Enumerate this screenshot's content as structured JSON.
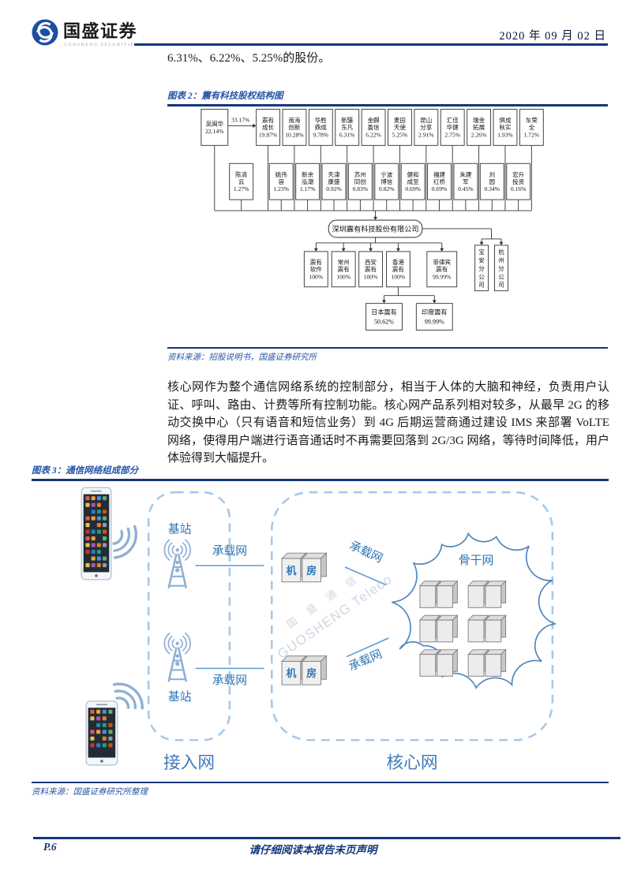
{
  "header": {
    "brand": "国盛证券",
    "brand_sub": "GUOSHENG SECURITIES",
    "date": "2020 年 09 月 02 日"
  },
  "intro": "6.31%、6.22%、5.25%的股份。",
  "figure2": {
    "title": "图表 2：震有科技股权结构图",
    "source": "资料来源：招股说明书，国盛证券研究所",
    "company": "深圳震有科技股份有限公司",
    "arrow_label": "33.17%",
    "row1": [
      {
        "lines": [
          "吴闽华"
        ],
        "pct": "22.14%"
      },
      {
        "lines": [
          "震有",
          "成长"
        ],
        "pct": "19.87%"
      },
      {
        "lines": [
          "南海",
          "创新"
        ],
        "pct": "10.28%"
      },
      {
        "lines": [
          "华胜",
          "鼎成"
        ],
        "pct": "9.78%"
      },
      {
        "lines": [
          "新疆",
          "东凡"
        ],
        "pct": "6.31%"
      },
      {
        "lines": [
          "金麒",
          "盈信"
        ],
        "pct": "6.22%"
      },
      {
        "lines": [
          "麦田",
          "天使"
        ],
        "pct": "5.25%"
      },
      {
        "lines": [
          "昆山",
          "分享"
        ],
        "pct": "2.91%"
      },
      {
        "lines": [
          "汇佳",
          "华健"
        ],
        "pct": "2.75%"
      },
      {
        "lines": [
          "瑞金",
          "拓展"
        ],
        "pct": "2.26%"
      },
      {
        "lines": [
          "俱成",
          "秋实"
        ],
        "pct": "1.93%"
      },
      {
        "lines": [
          "车荣",
          "全"
        ],
        "pct": "1.72%"
      }
    ],
    "row2": [
      {
        "lines": [
          "陈清",
          "云"
        ],
        "pct": "1.27%"
      },
      {
        "lines": [
          "姚伟",
          "容"
        ],
        "pct": "1.23%"
      },
      {
        "lines": [
          "新余",
          "泓潮"
        ],
        "pct": "1.17%"
      },
      {
        "lines": [
          "天津",
          "康盛"
        ],
        "pct": "0.92%"
      },
      {
        "lines": [
          "苏州",
          "同创"
        ],
        "pct": "0.83%"
      },
      {
        "lines": [
          "宁波",
          "博信"
        ],
        "pct": "0.82%"
      },
      {
        "lines": [
          "健和",
          "成至"
        ],
        "pct": "0.69%"
      },
      {
        "lines": [
          "福建",
          "红桥"
        ],
        "pct": "0.69%"
      },
      {
        "lines": [
          "朱建",
          "军"
        ],
        "pct": "0.45%"
      },
      {
        "lines": [
          "刘",
          "园"
        ],
        "pct": "0.34%"
      },
      {
        "lines": [
          "宏升",
          "投资"
        ],
        "pct": "0.16%"
      }
    ],
    "subsidiaries": [
      {
        "lines": [
          "震有",
          "软件"
        ],
        "pct": "100%"
      },
      {
        "lines": [
          "常州",
          "震有"
        ],
        "pct": "100%"
      },
      {
        "lines": [
          "西安",
          "震有"
        ],
        "pct": "100%"
      },
      {
        "lines": [
          "香港",
          "震有"
        ],
        "pct": "100%"
      },
      {
        "lines": [
          "菲律宾",
          "震有"
        ],
        "pct": "99.99%"
      }
    ],
    "branches": [
      "宝安分公司",
      "杭州分公司"
    ],
    "overseas": [
      {
        "name": "日本震有",
        "pct": "50.62%"
      },
      {
        "name": "印度震有",
        "pct": "99.99%"
      }
    ]
  },
  "paragraph": "核心网作为整个通信网络系统的控制部分，相当于人体的大脑和神经，负责用户认证、呼叫、路由、计费等所有控制功能。核心网产品系列相对较多，从最早 2G 的移动交换中心（只有语音和短信业务）到 4G 后期运营商通过建设 IMS 来部署 VoLTE 网络，使得用户端进行语音通话时不再需要回落到 2G/3G 网络，等待时间降低，用户体验得到大幅提升。",
  "figure3": {
    "title": "图表 3：通信网络组成部分",
    "source": "资料来源：国盛证券研究所整理",
    "labels": {
      "base_station": "基站",
      "bearer_network": "承载网",
      "room": "机房",
      "backbone": "骨干网",
      "access_network": "接入网",
      "core_network": "核心网"
    },
    "watermark_cn": "国 盛 通 信",
    "watermark_en": "GUOSHENG Teleco"
  },
  "footer": {
    "page": "P.6",
    "disclaimer": "请仔细阅读本报告末页声明"
  },
  "colors": {
    "rule_navy": "#14367e",
    "figure_title_blue": "#2653a5",
    "diagram_label_blue": "#2e74b5",
    "dashed_light_blue": "#a6c8e8",
    "icon_steel_blue": "#8fb0d4",
    "line_blue": "#5b9bd5",
    "cloud_stroke": "#4f86be",
    "logo_blue": "#1d4fa1"
  }
}
